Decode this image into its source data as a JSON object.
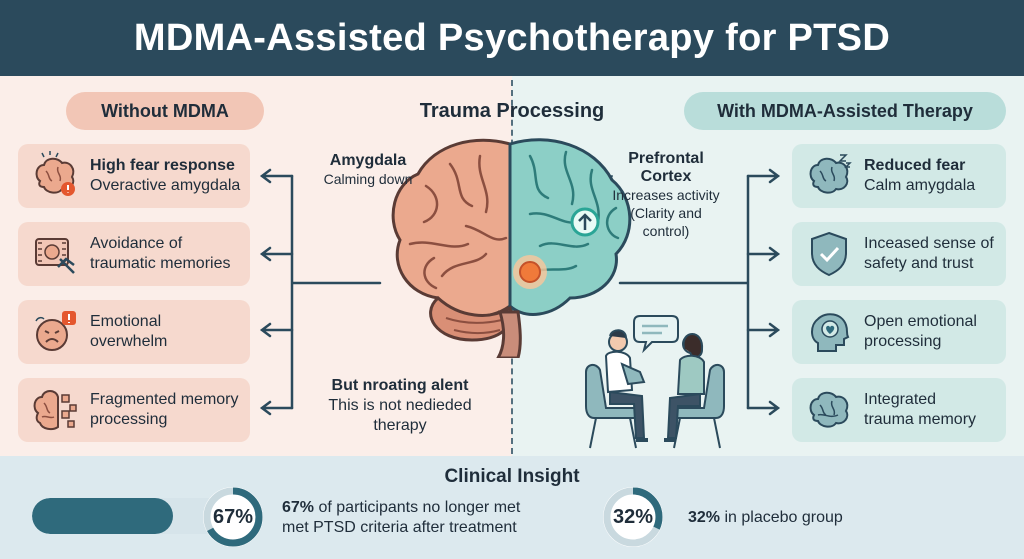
{
  "header": {
    "title": "MDMA-Assisted Psychotherapy for PTSD"
  },
  "left": {
    "heading": "Without MDMA",
    "items": [
      {
        "title": "High fear response",
        "text": "Overactive amygdala",
        "icon": "fearful-brain-icon"
      },
      {
        "title": "",
        "text": "Avoidance of traumatic memories",
        "line1": "Avoidance of",
        "line2": "traumatic memories",
        "icon": "blocked-memory-icon"
      },
      {
        "title": "",
        "text": "Emotional overwhelm",
        "line1": "Emotional",
        "line2": "overwhelm",
        "icon": "distressed-face-icon"
      },
      {
        "title": "",
        "text": "Fragmented memory processing",
        "line1": "Fragmented memory",
        "line2": "processing",
        "icon": "fragmented-brain-icon"
      }
    ]
  },
  "center": {
    "title": "Trauma Processing",
    "amygdala": {
      "title": "Amygdala",
      "text": "Calming down"
    },
    "prefrontal": {
      "title1": "Prefrontal",
      "title2": "Cortex",
      "line1": "Increases activity",
      "line2": "(Clarity and",
      "line3": "control)"
    },
    "note": {
      "title": "But nroating alent",
      "line1": "This  is not nedieded",
      "line2": "therapy"
    }
  },
  "right": {
    "heading": "With MDMA-Assisted Therapy",
    "items": [
      {
        "title": "Reduced fear",
        "text": "Calm amygdala",
        "icon": "calm-brain-icon"
      },
      {
        "title": "",
        "line1": "Inceased sense of",
        "line2": "safety and trust",
        "icon": "shield-check-icon"
      },
      {
        "title": "",
        "line1": "Open emotional",
        "line2": "processing",
        "icon": "head-heart-icon"
      },
      {
        "title": "",
        "line1": "Integrated",
        "line2": "trauma memory",
        "icon": "integrated-brain-icon"
      }
    ]
  },
  "footer": {
    "title": "Clinical Insight",
    "stat1": {
      "pct_label": "67%",
      "value": 67,
      "bold": "67%",
      "line1": " of participants no longer met",
      "line2": "met PTSD criteria after treatment"
    },
    "stat2": {
      "pct_label": "32%",
      "value": 32,
      "bold": "32%",
      "rest": " in placebo group"
    }
  },
  "colors": {
    "header": "#2b4a5c",
    "accent_teal": "#2f6a7c",
    "left_card": "#f6d9ce",
    "right_card": "#d2e9e6",
    "amygdala": "#f07a3a"
  }
}
